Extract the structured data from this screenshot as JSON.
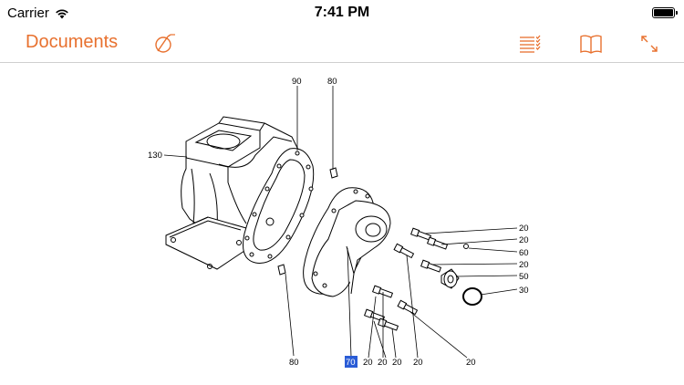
{
  "status_bar": {
    "carrier": "Carrier",
    "time": "7:41 PM"
  },
  "nav": {
    "back_label": "Documents"
  },
  "drawing": {
    "selected_part": "70",
    "callouts": {
      "c130": "130",
      "c90": "90",
      "c80_top": "80",
      "c80_bottom": "80",
      "c20_r1": "20",
      "c20_r2": "20",
      "c60": "60",
      "c20_r3": "20",
      "c50": "50",
      "c30": "30",
      "c20_b1": "20",
      "c20_b2": "20",
      "c20_b3": "20",
      "c20_b4": "20",
      "c20_b5": "20"
    }
  },
  "colors": {
    "accent": "#e8712f",
    "selection": "#2a5cd6"
  }
}
